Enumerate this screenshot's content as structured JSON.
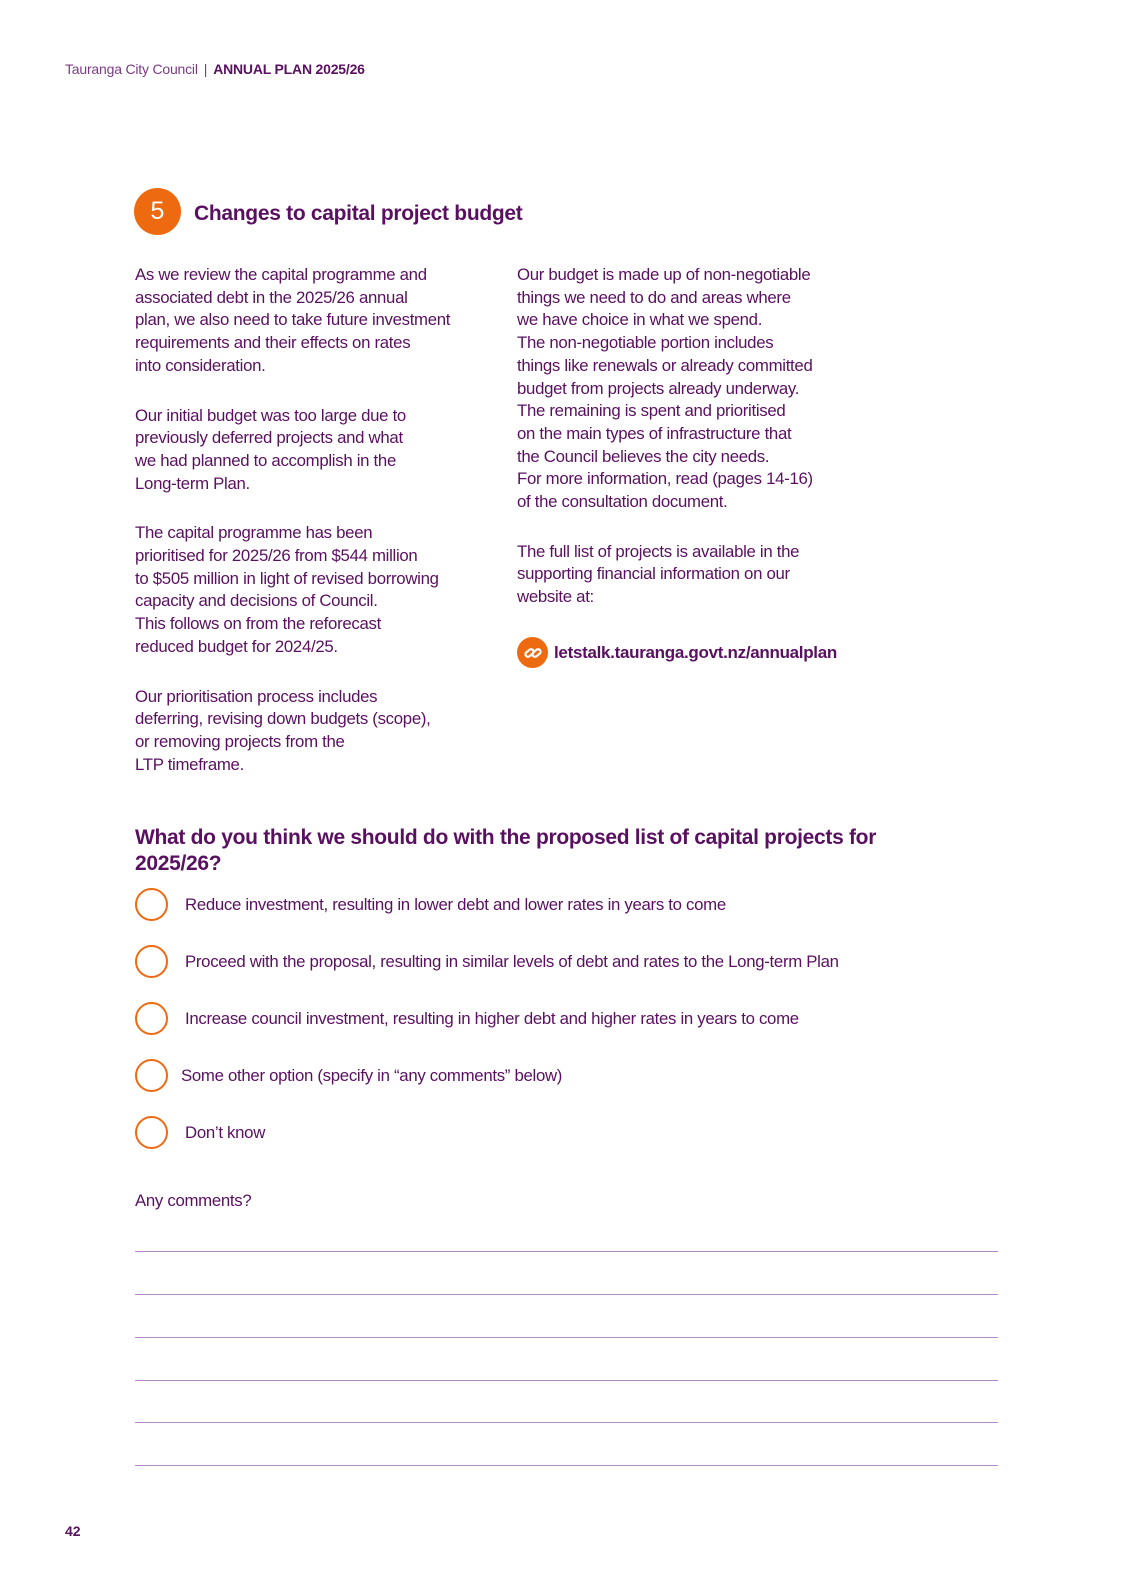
{
  "header": {
    "org": "Tauranga City Council",
    "separator": "|",
    "plan": "ANNUAL PLAN 2025/26"
  },
  "section": {
    "number": "5",
    "title": "Changes to capital project budget"
  },
  "left_column": {
    "paragraphs": [
      "As we review the capital programme and\nassociated debt in the 2025/26 annual\nplan, we also need to take future investment\nrequirements and their effects on rates\ninto consideration.",
      "Our initial budget was too large due to\npreviously deferred projects and what\nwe had planned to accomplish in the\nLong-term Plan.",
      "The capital programme has been\nprioritised for 2025/26 from $544 million\nto $505 million in light of revised borrowing\ncapacity and decisions of Council.\nThis follows on from the reforecast\nreduced budget for 2024/25.",
      "Our prioritisation process includes\ndeferring, revising down budgets (scope),\nor removing projects from the\nLTP timeframe."
    ]
  },
  "right_column": {
    "paragraphs": [
      "Our budget is made up of non-negotiable\nthings we need to do and areas where\nwe have choice in what we spend.\nThe non-negotiable portion includes\nthings like renewals or already committed\nbudget from projects already underway.\nThe remaining is spent and prioritised\non the main types of infrastructure that\nthe Council believes the city needs.\nFor more information, read (pages 14-16)\nof the consultation document.",
      "The full list of projects is available in the\nsupporting financial information on our\nwebsite at:"
    ],
    "link_text": "letstalk.tauranga.govt.nz/annualplan",
    "link_icon": "link-icon"
  },
  "question": "What do you think we should do with the proposed list of capital projects for 2025/26?",
  "options": [
    "Reduce investment, resulting in lower debt and lower rates in years to come",
    "Proceed with the proposal, resulting in similar levels of debt and rates to the Long-term Plan",
    "Increase council investment, resulting in higher debt and higher rates in years to come",
    "Some other option (specify in “any comments” below)",
    "Don’t know"
  ],
  "comments_label": "Any comments?",
  "page_number": "42",
  "colors": {
    "primary_text": "#5a1060",
    "accent": "#ee6a10",
    "rule": "#b58ac2"
  }
}
